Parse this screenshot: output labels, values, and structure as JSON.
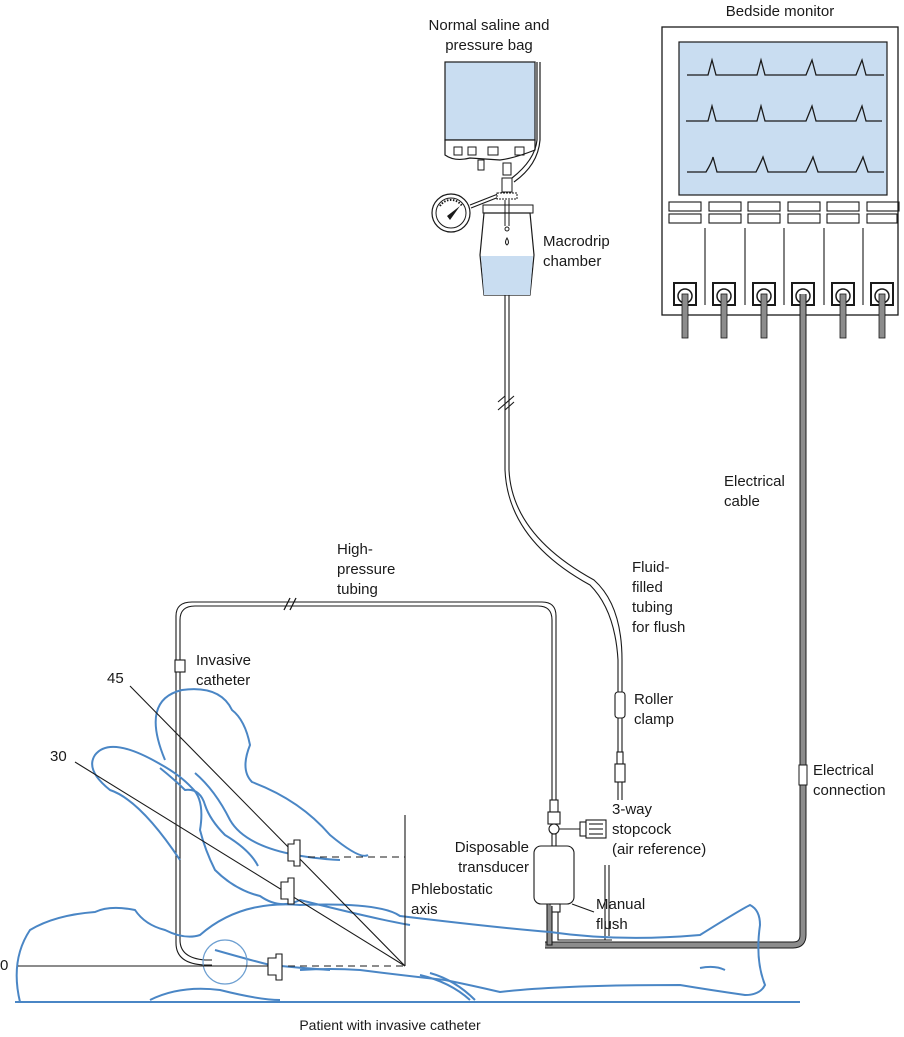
{
  "labels": {
    "saline_bag": "Normal saline and\npressure bag",
    "bedside_monitor": "Bedside monitor",
    "macrodrip": "Macrodrip\nchamber",
    "electrical_cable": "Electrical\ncable",
    "high_pressure_tubing": "High-\npressure\ntubing",
    "fluid_tubing": "Fluid-\nfilled\ntubing\nfor flush",
    "invasive_catheter": "Invasive\ncatheter",
    "roller_clamp": "Roller\nclamp",
    "angle_45": "45",
    "angle_30": "30",
    "angle_0": "0",
    "electrical_connection": "Electrical\nconnection",
    "stopcock": "3-way\nstopcock\n(air reference)",
    "transducer": "Disposable\ntransducer",
    "phlebostatic_axis": "Phlebostatic\naxis",
    "manual_flush": "Manual\nflush",
    "caption": "Patient with invasive catheter"
  },
  "colors": {
    "line": "#1a1a1a",
    "patient_outline": "#4a86c5",
    "fluid_fill": "#c9ddf1",
    "cable_gray": "#8c8c8c"
  }
}
